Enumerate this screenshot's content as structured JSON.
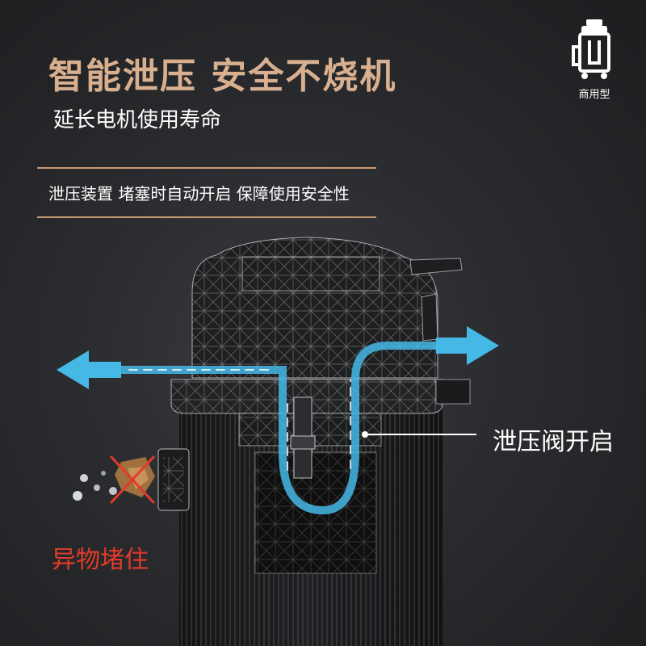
{
  "header": {
    "title": "智能泄压 安全不烧机",
    "subtitle": "延长电机使用寿命",
    "description": "泄压装置 堵塞时自动开启 保障使用安全性"
  },
  "badge": {
    "label": "商用型",
    "icon": "vacuum-cleaner-icon"
  },
  "callouts": {
    "valve_open": "泄压阀开启",
    "blocked_by_debris": "异物堵住"
  },
  "colors": {
    "title_accent": "#d9b08f",
    "rule": "#c89a74",
    "airflow": "#45b8e6",
    "warning": "#e33b2b"
  }
}
